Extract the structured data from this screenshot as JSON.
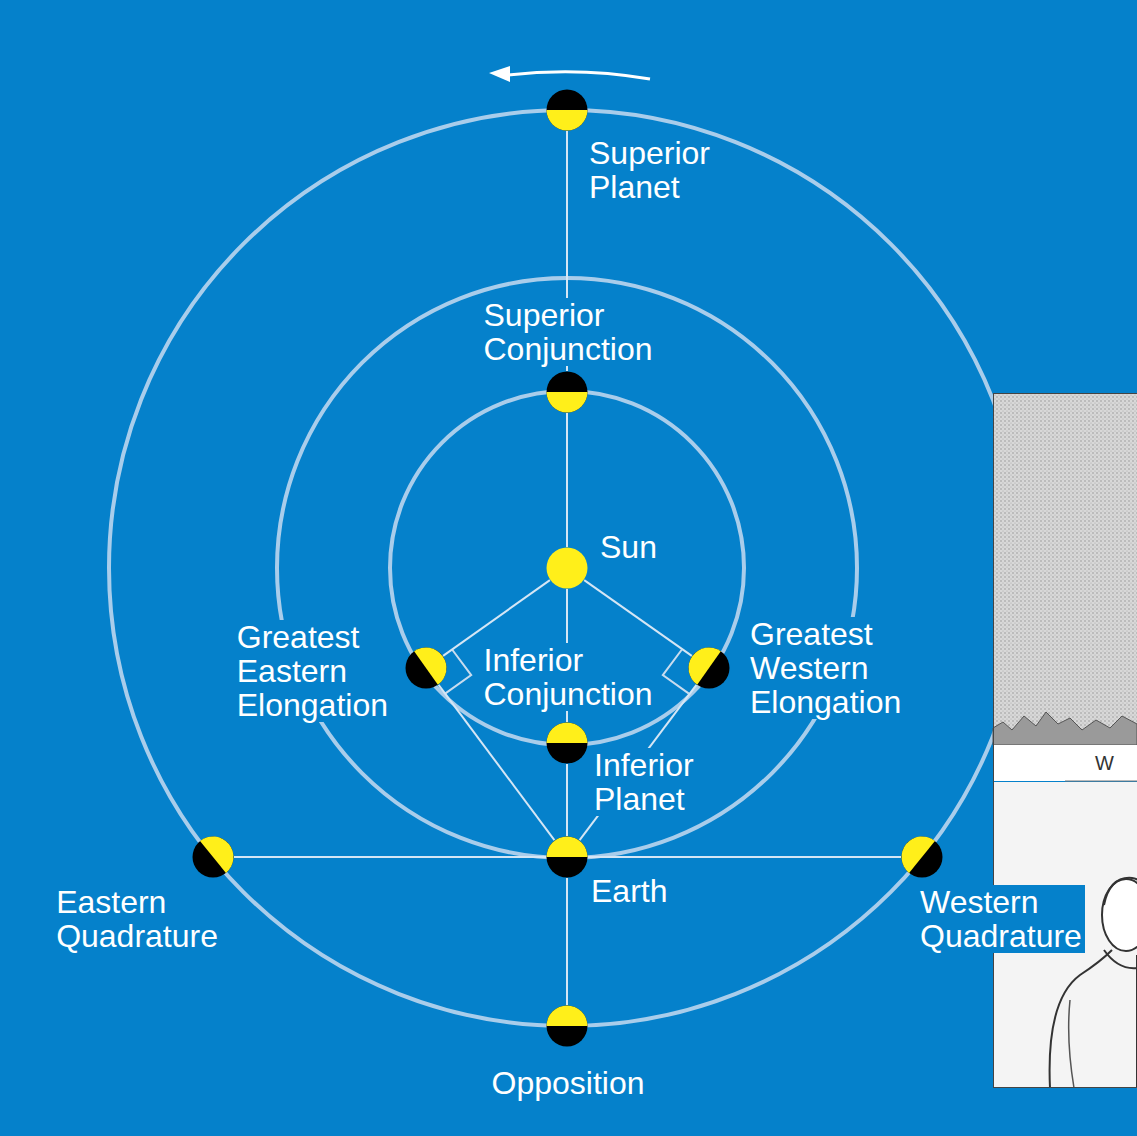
{
  "diagram": {
    "nodes": [
      {
        "text": [
          "Superior Planet"
        ]
      },
      {
        "text": [
          "Superior Conjunction"
        ]
      },
      {
        "text": [
          "Sun"
        ]
      },
      {
        "text": [
          "Greatest Eastern Elongation"
        ]
      },
      {
        "text": [
          "Greatest Western Elongation"
        ]
      },
      {
        "text": [
          "Inferior Conjunction",
          "Inferior Planet"
        ]
      },
      {
        "text": [
          "Eastern Quadrature"
        ]
      },
      {
        "text": [
          "Earth"
        ]
      },
      {
        "text": [
          "Western Quadrature"
        ]
      },
      {
        "text": [
          "Opposition"
        ]
      }
    ],
    "edges": [
      {
        "from": 0,
        "to": 1,
        "arrow": "none"
      },
      {
        "from": 1,
        "to": 2,
        "arrow": "none"
      },
      {
        "from": 2,
        "to": 5,
        "arrow": "none"
      },
      {
        "from": 5,
        "to": 7,
        "arrow": "none"
      },
      {
        "from": 7,
        "to": 9,
        "arrow": "none"
      },
      {
        "from": 2,
        "to": 3,
        "arrow": "none"
      },
      {
        "from": 2,
        "to": 4,
        "arrow": "none"
      },
      {
        "from": 7,
        "to": 3,
        "arrow": "none"
      },
      {
        "from": 7,
        "to": 4,
        "arrow": "none"
      },
      {
        "from": 6,
        "to": 7,
        "arrow": "none"
      },
      {
        "from": 7,
        "to": 8,
        "arrow": "none"
      }
    ],
    "labels": [
      "W"
    ]
  }
}
